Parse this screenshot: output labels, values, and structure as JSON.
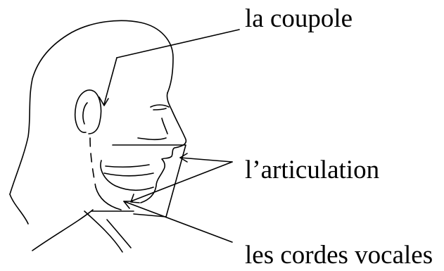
{
  "labels": {
    "coupole": "la coupole",
    "articulation": "l’articulation",
    "cordes_vocales": "les cordes vocales"
  },
  "colors": {
    "ink": "#000000",
    "background": "#ffffff"
  }
}
